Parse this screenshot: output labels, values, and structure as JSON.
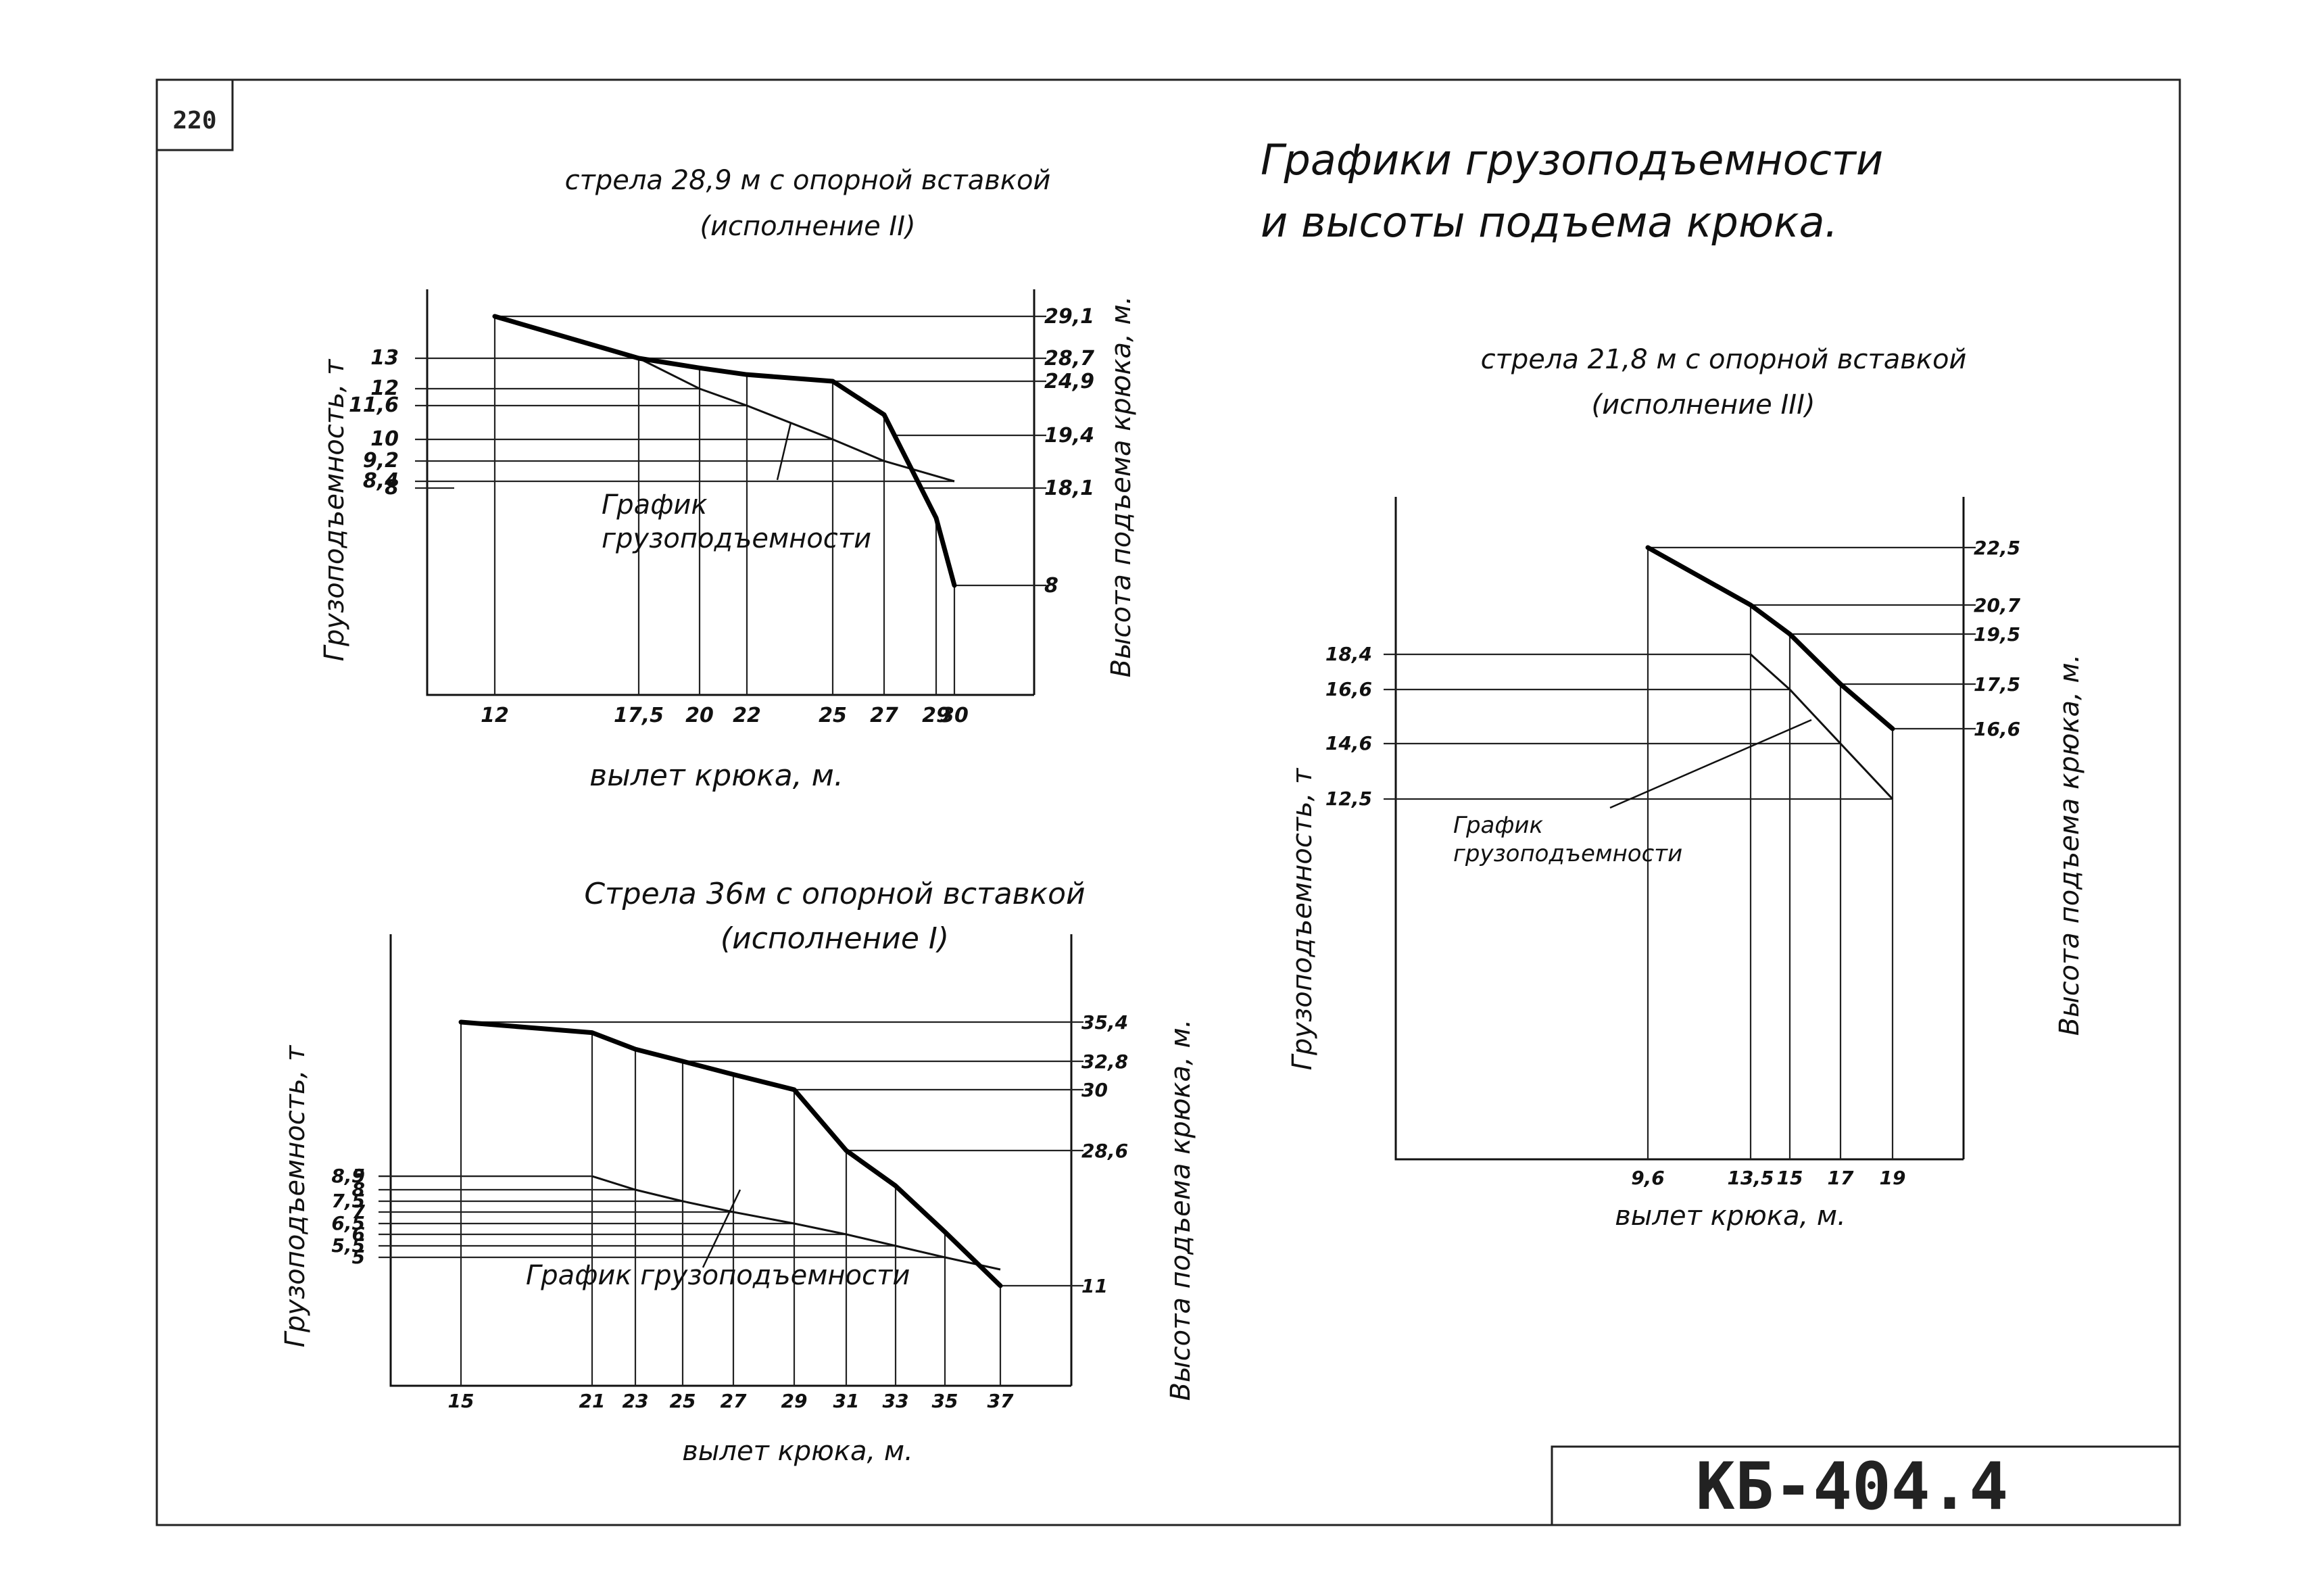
{
  "sheet": {
    "page_number": "220",
    "main_title_line1": "Графики грузоподъемности",
    "main_title_line2": "и высоты подъема крюка.",
    "stamp": "КБ-404.4"
  },
  "chart_data": [
    {
      "type": "line",
      "title": "стрела 28,9 м с опорной вставкой",
      "subtitle": "(исполнение II)",
      "xlabel": "вылет крюка, м.",
      "ylabel_left": "Грузоподъемность, т",
      "ylabel_right": "Высота подъема крюка, м.",
      "annotation": [
        "График",
        "грузоподъемности"
      ],
      "x_ticks": [
        "12",
        "17,5",
        "20",
        "22",
        "25",
        "27",
        "29",
        "30"
      ],
      "y_left_ticks": [
        "13",
        "12",
        "11,6",
        "10",
        "9,2",
        "8,4",
        "8"
      ],
      "y_right_ticks": [
        "29,1",
        "28,7",
        "24,9",
        "19,4",
        "18,1",
        "8"
      ],
      "series": [
        {
          "x": [
            12,
            17.5,
            20,
            22,
            25,
            27,
            29,
            30
          ],
          "y": [
            29.1,
            28.7,
            27.1,
            26.0,
            24.9,
            21.5,
            15.0,
            8.0
          ]
        },
        {
          "x": [
            17.5,
            20,
            22,
            25,
            27,
            30
          ],
          "y": [
            13,
            12,
            11.6,
            10,
            9.2,
            8.4
          ]
        }
      ]
    },
    {
      "type": "line",
      "title": "Стрела 36м с опорной вставкой",
      "subtitle": "(исполнение I)",
      "xlabel": "вылет крюка, м.",
      "ylabel_left": "Грузоподъемность, т",
      "ylabel_right": "Высота подъема крюка, м.",
      "annotation": [
        "График грузоподъемности"
      ],
      "x_ticks": [
        "15",
        "21",
        "23",
        "25",
        "27",
        "29",
        "31",
        "33",
        "35",
        "37"
      ],
      "y_left_ticks": [
        "9",
        "8,5",
        "8",
        "7,5",
        "7",
        "6,5",
        "6",
        "5,5",
        "5"
      ],
      "y_right_ticks": [
        "35,4",
        "32,8",
        "30",
        "28,6",
        "11"
      ],
      "series": [
        {
          "x": [
            15,
            21,
            23,
            25,
            27,
            29,
            31,
            33,
            35,
            37
          ],
          "y": [
            35.4,
            34.7,
            33.6,
            32.8,
            31.5,
            30.0,
            28.6,
            24.0,
            18.0,
            11.0
          ]
        },
        {
          "x": [
            21,
            23,
            25,
            27,
            29,
            31,
            33,
            35,
            37
          ],
          "y": [
            8.5,
            8,
            7.5,
            7,
            6.5,
            6,
            5.5,
            5,
            4.6
          ]
        }
      ]
    },
    {
      "type": "line",
      "title": "стрела 21,8 м с опорной вставкой",
      "subtitle": "(исполнение III)",
      "xlabel": "вылет крюка, м.",
      "ylabel_left": "Грузоподъемность, т",
      "ylabel_right": "Высота подъема крюка, м.",
      "annotation": [
        "График",
        "грузоподъемности"
      ],
      "x_ticks": [
        "9,6",
        "13,5",
        "15",
        "17",
        "19"
      ],
      "y_left_ticks": [
        "18,4",
        "16,6",
        "14,6",
        "12,5"
      ],
      "y_right_ticks": [
        "22,5",
        "20,7",
        "19,5",
        "17,5",
        "16,6"
      ],
      "series": [
        {
          "x": [
            9.6,
            13.5,
            15,
            17,
            19
          ],
          "y": [
            22.5,
            20.7,
            19.5,
            17.5,
            16.6
          ]
        },
        {
          "x": [
            13.5,
            15,
            17,
            19
          ],
          "y": [
            18.4,
            16.6,
            14.6,
            12.5
          ]
        }
      ]
    }
  ]
}
